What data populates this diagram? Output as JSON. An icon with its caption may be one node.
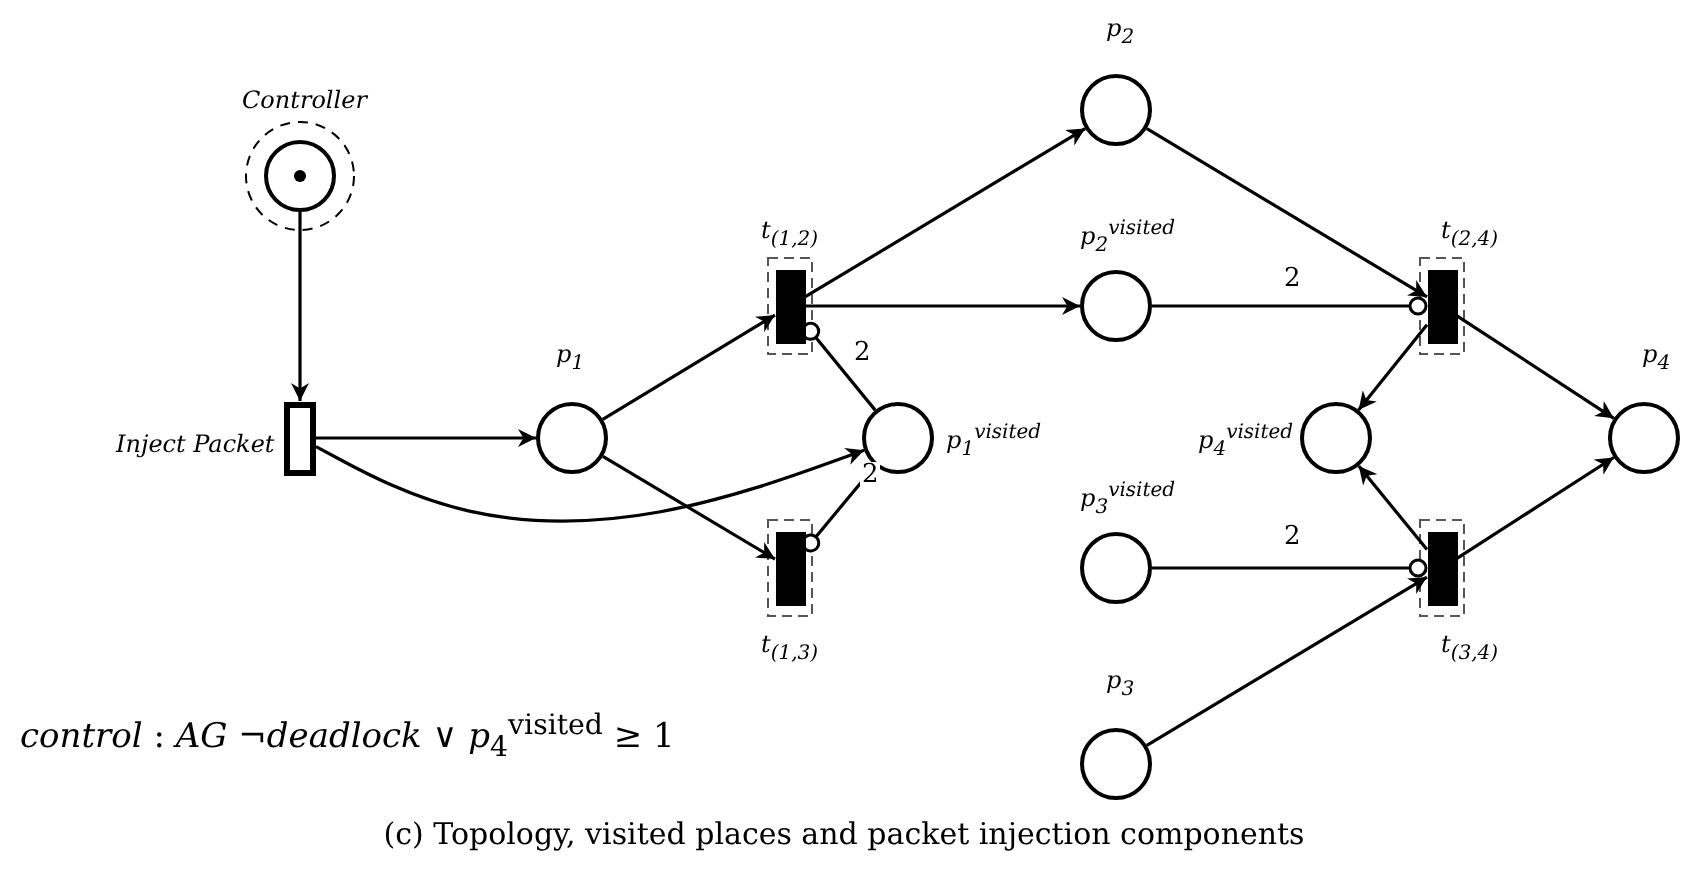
{
  "diagram": {
    "caption": "(c) Topology, visited places and packet injection components",
    "nodes": [
      {
        "text": [
          "Controller"
        ]
      },
      {
        "text": [
          "Inject Packet"
        ]
      },
      {
        "text": [
          "p$_{1}$"
        ]
      },
      {
        "text": [
          "t$_{(1,2)}$"
        ]
      },
      {
        "text": [
          "t$_{(1,3)}$"
        ]
      },
      {
        "text": [
          "p$_{2}$"
        ]
      },
      {
        "text": [
          "p$_{2}$$^{visited}$"
        ]
      },
      {
        "text": [
          "p$_{1}$$^{visited}$"
        ]
      },
      {
        "text": [
          "p$_{3}$$^{visited}$"
        ]
      },
      {
        "text": [
          "p$_{3}$"
        ]
      },
      {
        "text": [
          "t$_{(2,4)}$"
        ]
      },
      {
        "text": [
          "t$_{(3,4)}$"
        ]
      },
      {
        "text": [
          "p$_{4}$$^{visited}$"
        ]
      },
      {
        "text": [
          "p$_{4}$"
        ]
      }
    ],
    "edges": [
      {
        "from": 0,
        "to": 1,
        "arrow": "to"
      },
      {
        "from": 1,
        "to": 2,
        "arrow": "to"
      },
      {
        "from": 1,
        "to": 7,
        "arrow": "to"
      },
      {
        "from": 2,
        "to": 3,
        "arrow": "to"
      },
      {
        "from": 2,
        "to": 4,
        "arrow": "to"
      },
      {
        "from": 3,
        "to": 5,
        "arrow": "to"
      },
      {
        "from": 3,
        "to": 6,
        "arrow": "to"
      },
      {
        "from": 7,
        "to": 3,
        "arrow": "other",
        "label": "2"
      },
      {
        "from": 7,
        "to": 4,
        "arrow": "other",
        "label": "2"
      },
      {
        "from": 5,
        "to": 10,
        "arrow": "to"
      },
      {
        "from": 6,
        "to": 10,
        "arrow": "other",
        "label": "2"
      },
      {
        "from": 10,
        "to": 13,
        "arrow": "to"
      },
      {
        "from": 10,
        "to": 12,
        "arrow": "to"
      },
      {
        "from": 9,
        "to": 11,
        "arrow": "to"
      },
      {
        "from": 8,
        "to": 11,
        "arrow": "other",
        "label": "2"
      },
      {
        "from": 11,
        "to": 13,
        "arrow": "to"
      },
      {
        "from": 11,
        "to": 12,
        "arrow": "to"
      }
    ],
    "labels": [
      "*control* : *AG* ¬*deadlock* ∨ *p*$_{4}$$^{visited}$ ≥ 1"
    ]
  }
}
